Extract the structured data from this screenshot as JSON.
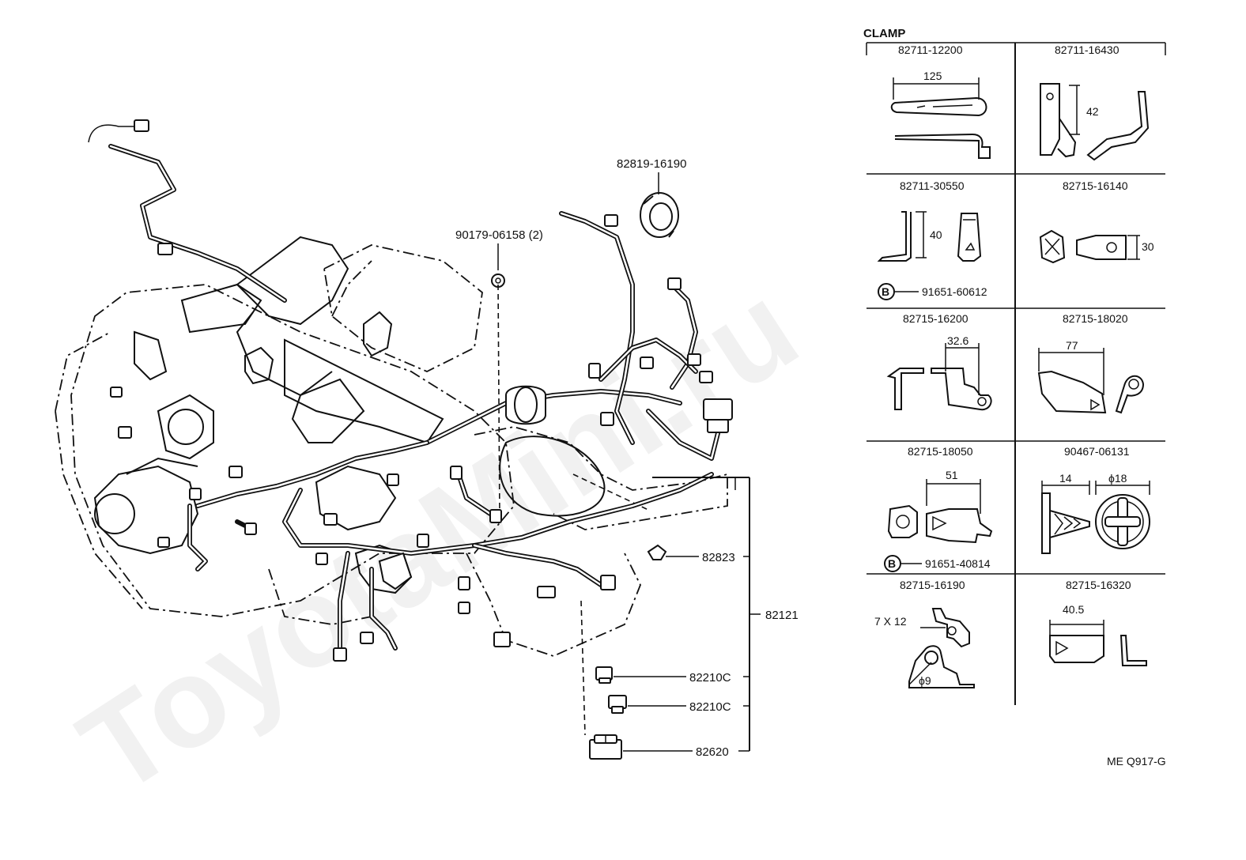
{
  "watermark": "ToyotaMini.ru",
  "callouts": {
    "grommet": "82819-16190",
    "clip_b": "90179-06158 (2)",
    "p82823": "82823",
    "p82121": "82121",
    "p82210c_a": "82210C",
    "p82210c_b": "82210C",
    "p82620": "82620"
  },
  "clamp_panel": {
    "title": "CLAMP",
    "cells": [
      {
        "part": "82711-12200",
        "dims": [
          "125"
        ],
        "extra": ""
      },
      {
        "part": "82711-16430",
        "dims": [
          "42"
        ],
        "extra": ""
      },
      {
        "part": "82711-30550",
        "dims": [
          "40"
        ],
        "extra": "91651-60612"
      },
      {
        "part": "82715-16140",
        "dims": [
          "30"
        ],
        "extra": ""
      },
      {
        "part": "82715-16200",
        "dims": [
          "32.6"
        ],
        "extra": ""
      },
      {
        "part": "82715-18020",
        "dims": [
          "77"
        ],
        "extra": ""
      },
      {
        "part": "82715-18050",
        "dims": [
          "51"
        ],
        "extra": "91651-40814"
      },
      {
        "part": "90467-06131",
        "dims": [
          "14",
          "ϕ18"
        ],
        "extra": ""
      },
      {
        "part": "82715-16190",
        "dims": [
          "7 X 12",
          "ϕ9"
        ],
        "extra": ""
      },
      {
        "part": "82715-16320",
        "dims": [
          "40.5"
        ],
        "extra": ""
      }
    ],
    "bolt_marker": "B"
  },
  "figure_code": "ME Q917-G"
}
